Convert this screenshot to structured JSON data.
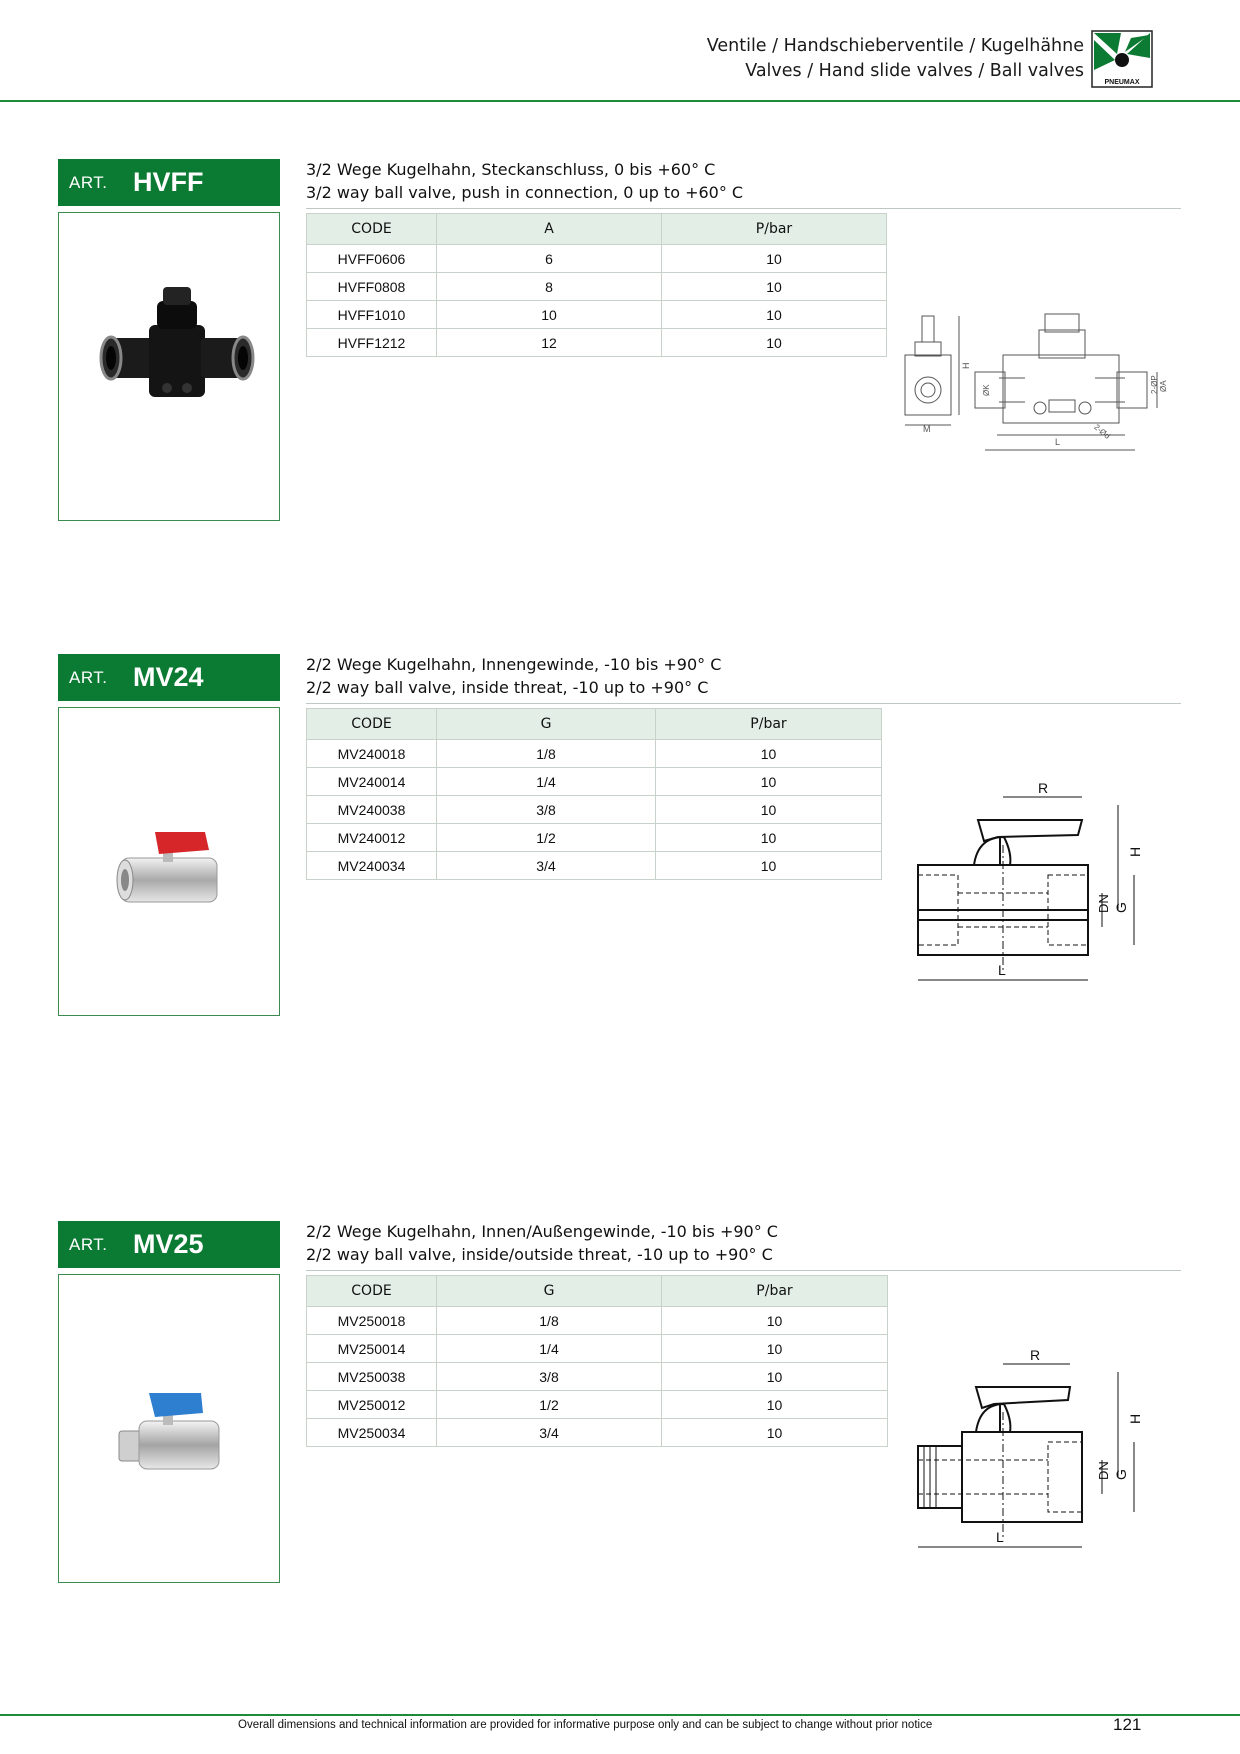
{
  "header": {
    "line1": "Ventile / Handschieberventile / Kugelhähne",
    "line2": "Valves / Hand slide valves / Ball valves",
    "logo_text": "PNEUMAX"
  },
  "colors": {
    "brand_green": "#0b7a32",
    "table_header": "#e3efe6",
    "rule_green": "#1f8a3a"
  },
  "sections": [
    {
      "art_label": "ART.",
      "art_code": "HVFF",
      "desc_de": "3/2 Wege Kugelhahn, Steckanschluss, 0 bis +60° C",
      "desc_en": "3/2 way ball valve, push in connection, 0 up to +60° C",
      "columns": [
        "CODE",
        "A",
        "P/bar"
      ],
      "rows": [
        [
          "HVFF0606",
          "6",
          "10"
        ],
        [
          "HVFF0808",
          "8",
          "10"
        ],
        [
          "HVFF1010",
          "10",
          "10"
        ],
        [
          "HVFF1212",
          "12",
          "10"
        ]
      ],
      "drawing_labels": [
        "H",
        "M",
        "L",
        "ØA",
        "2-ØP",
        "2-Ød",
        "ØK"
      ]
    },
    {
      "art_label": "ART.",
      "art_code": "MV24",
      "desc_de": "2/2 Wege Kugelhahn, Innengewinde, -10 bis +90° C",
      "desc_en": "2/2 way ball valve, inside threat, -10 up to +90° C",
      "columns": [
        "CODE",
        "G",
        "P/bar"
      ],
      "rows": [
        [
          "MV240018",
          "1/8",
          "10"
        ],
        [
          "MV240014",
          "1/4",
          "10"
        ],
        [
          "MV240038",
          "3/8",
          "10"
        ],
        [
          "MV240012",
          "1/2",
          "10"
        ],
        [
          "MV240034",
          "3/4",
          "10"
        ]
      ],
      "drawing_labels": [
        "R",
        "H",
        "DN",
        "G",
        "L"
      ]
    },
    {
      "art_label": "ART.",
      "art_code": "MV25",
      "desc_de": "2/2 Wege Kugelhahn, Innen/Außengewinde, -10 bis  +90° C",
      "desc_en": "2/2 way ball valve, inside/outside threat, -10 up to  +90° C",
      "columns": [
        "CODE",
        "G",
        "P/bar"
      ],
      "rows": [
        [
          "MV250018",
          "1/8",
          "10"
        ],
        [
          "MV250014",
          "1/4",
          "10"
        ],
        [
          "MV250038",
          "3/8",
          "10"
        ],
        [
          "MV250012",
          "1/2",
          "10"
        ],
        [
          "MV250034",
          "3/4",
          "10"
        ]
      ],
      "drawing_labels": [
        "R",
        "H",
        "DN",
        "G",
        "L"
      ]
    }
  ],
  "footer": {
    "note": "Overall dimensions and technical information are provided for informative purpose only and can be subject to change without prior notice",
    "page": "121"
  }
}
